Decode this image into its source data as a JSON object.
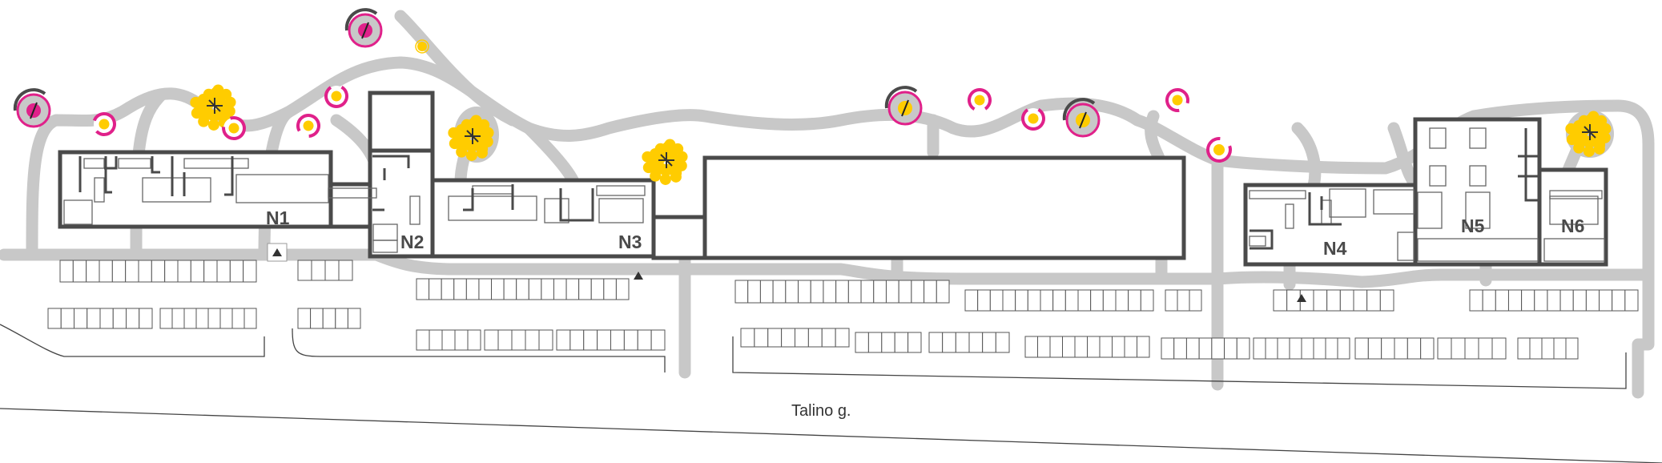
{
  "buildings": [
    {
      "id": "N1",
      "label": "N1"
    },
    {
      "id": "N2",
      "label": "N2"
    },
    {
      "id": "N3",
      "label": "N3"
    },
    {
      "id": "N4",
      "label": "N4"
    },
    {
      "id": "N5",
      "label": "N5"
    },
    {
      "id": "N6",
      "label": "N6"
    }
  ],
  "street": {
    "name": "Talino g."
  },
  "icons": [
    "entrance-triangle-icon",
    "tree-icon",
    "lamp-icon",
    "sculpture-icon"
  ],
  "colors": {
    "walls": "#4a4a4a",
    "paths": "#c8c8c8",
    "accent_magenta": "#e0218a",
    "accent_yellow": "#ffcc00",
    "parking_lines": "#555555"
  }
}
